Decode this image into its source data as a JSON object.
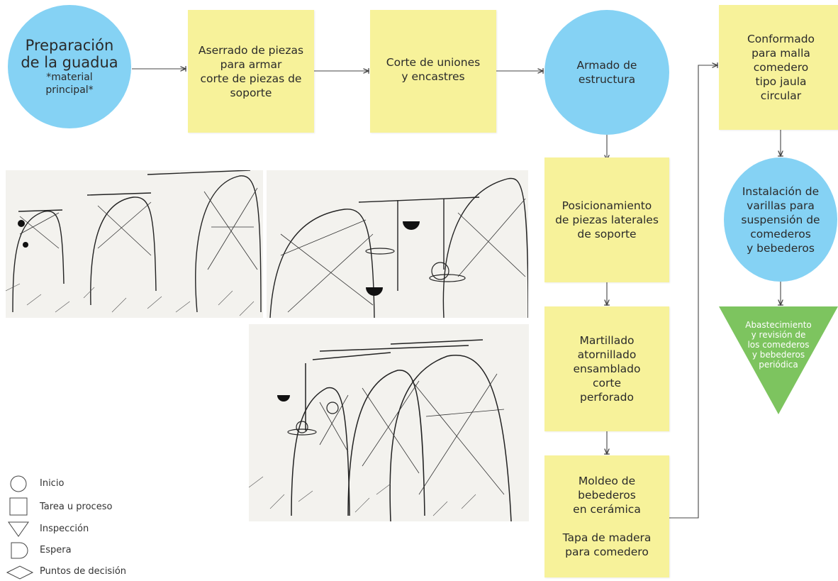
{
  "nodes": {
    "start": {
      "title": "Preparación\nde la guadua",
      "sub": "*material\nprincipal*"
    },
    "sawing": "Aserrado de piezas\npara armar\ncorte de piezas de\nsoporte",
    "joints": "Corte de uniones\ny encastres",
    "assembly": "Armado de\nestructura",
    "lateral": "Posicionamiento\nde piezas laterales\nde soporte",
    "hammer": "Martillado\natornillado\nensamblado\ncorte\nperforado",
    "molding": "Moldeo de\nbebederos\nen cerámica\n\nTapa de madera\npara comedero",
    "mesh": "Conformado\npara malla\ncomedero\ntipo jaula\ncircular",
    "rods": "Instalación de\nvarillas para\nsuspensión de\ncomederos\ny bebederos",
    "inspection": "Abastecimiento\ny revisión de\nlos comederos\ny bebederos\nperiódica"
  },
  "legend": [
    {
      "shape": "circle-icon",
      "label": "Inicio"
    },
    {
      "shape": "square-icon",
      "label": "Tarea u proceso"
    },
    {
      "shape": "triangle-icon",
      "label": "Inspección"
    },
    {
      "shape": "delay-icon",
      "label": "Espera"
    },
    {
      "shape": "diamond-icon",
      "label": "Puntos de decisión"
    }
  ],
  "colors": {
    "circle": "#85d2f4",
    "rect": "#f7f29a",
    "triangle": "#7dc45f"
  },
  "images": [
    "sketch-feeder-structures-wide",
    "sketch-feeder-structures-close",
    "sketch-feeder-structures-perspective"
  ]
}
